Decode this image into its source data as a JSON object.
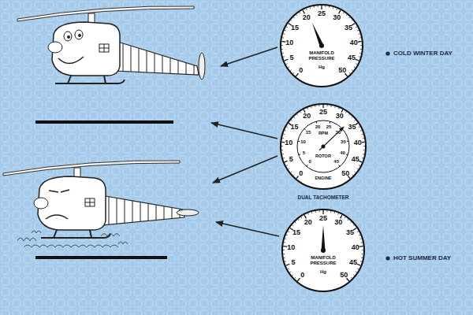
{
  "diagram": {
    "nodes": [
      {
        "text": [
          "0",
          "5",
          "10",
          "15",
          "20",
          "25",
          "30",
          "35",
          "40",
          "45",
          "50",
          "MANIFOLD PRESSURE",
          "Hg"
        ]
      },
      {
        "text": [
          "0",
          "5",
          "10",
          "15",
          "20",
          "25",
          "30",
          "35",
          "40",
          "45",
          "50",
          "RPM",
          "0",
          "5",
          "10",
          "15",
          "20",
          "25",
          "30",
          "35",
          "40",
          "45",
          "ROTOR",
          "ENGINE"
        ]
      },
      {
        "text": [
          "0",
          "5",
          "10",
          "15",
          "20",
          "25",
          "30",
          "35",
          "40",
          "45",
          "50",
          "MANIFOLD PRESSURE",
          "Hg"
        ]
      }
    ],
    "labels": [
      "COLD WINTER DAY",
      "DUAL TACHOMETER",
      "HOT SUMMER DAY"
    ]
  }
}
